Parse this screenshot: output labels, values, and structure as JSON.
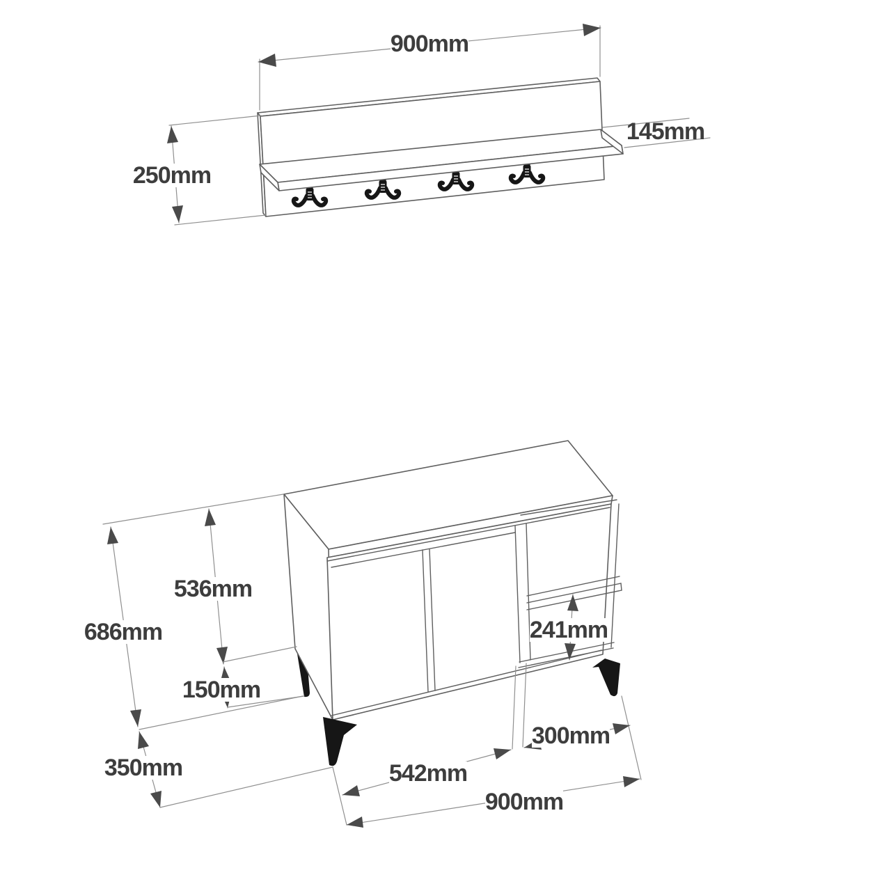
{
  "drawing": {
    "title": "furniture-technical-drawing",
    "background": "#ffffff",
    "line_color": "#5f5f5f",
    "dim_line_color": "#8f8f8f",
    "label_color": "#3d3d3d",
    "hardware_color": "#161616"
  },
  "coat_rack": {
    "part": "wall-mounted-coat-rack-shelf",
    "hook_count": 4,
    "dims": {
      "width": "900mm",
      "height": "250mm",
      "shelf_depth": "145mm"
    }
  },
  "cabinet": {
    "part": "two-door-cabinet-with-open-shelves",
    "door_count": 2,
    "leg_count": 4,
    "dims": {
      "total_height": "686mm",
      "body_height": "536mm",
      "leg_height": "150mm",
      "open_shelf_gap": "241mm",
      "depth": "350mm",
      "door_section_width": "542mm",
      "open_section_width": "300mm",
      "total_width": "900mm"
    }
  }
}
